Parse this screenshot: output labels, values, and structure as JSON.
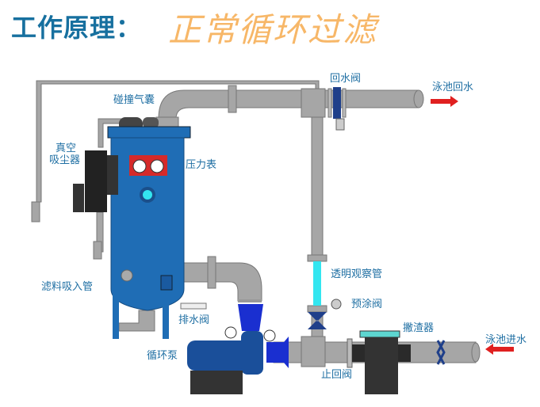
{
  "title": "工作原理：",
  "subtitle": "正常循环过滤",
  "labels": {
    "return_valve": "回水阀",
    "pool_return": "泳池回水",
    "air_bladder": "碰撞气囊",
    "vacuum_line1": "真空",
    "vacuum_line2": "吸尘器",
    "pressure_gauge": "压力表",
    "sight_glass": "透明观察管",
    "precoat_valve": "预涂阀",
    "media_intake": "滤料吸入管",
    "drain_valve": "排水阀",
    "skimmer": "撇渣器",
    "pump": "循环泵",
    "pool_inlet": "泳池进水",
    "check_valve": "止回阀"
  },
  "colors": {
    "pipe": "#a6a6a6",
    "tank": "#1f6db5",
    "arrow": "#e02020",
    "glass": "#33e6f0",
    "title": "#17709f",
    "subtitle": "#f7b768"
  }
}
